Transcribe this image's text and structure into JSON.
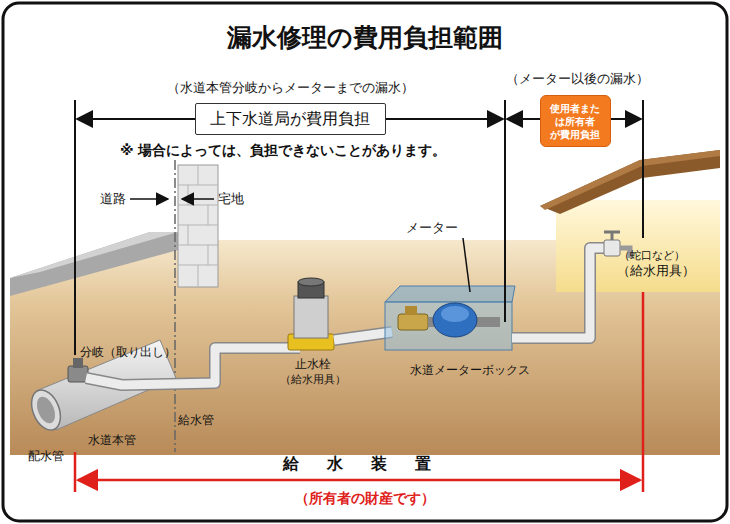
{
  "diagram": {
    "title": "漏水修理の費用負担範囲",
    "nodes": [
      {
        "text": [
          "上下水道局が費用負担"
        ]
      },
      {
        "text": [
          "使用者また は所有者 が費用負担"
        ]
      }
    ],
    "labels": [
      "（水道本管分岐からメーターまでの漏水）",
      "※ 場合によっては、負担できないことがあります。",
      "（メーター以後の漏水）",
      "道路",
      "宅地",
      "メーター",
      "（蛇口など）",
      "（給水用具）",
      "分岐（取り出し）",
      "水道本管",
      "配水管",
      "止水栓",
      "（給水用具）",
      "給水管",
      "水道メーターボックス",
      "給　水　装　置",
      "（所有者の財産です）"
    ]
  }
}
